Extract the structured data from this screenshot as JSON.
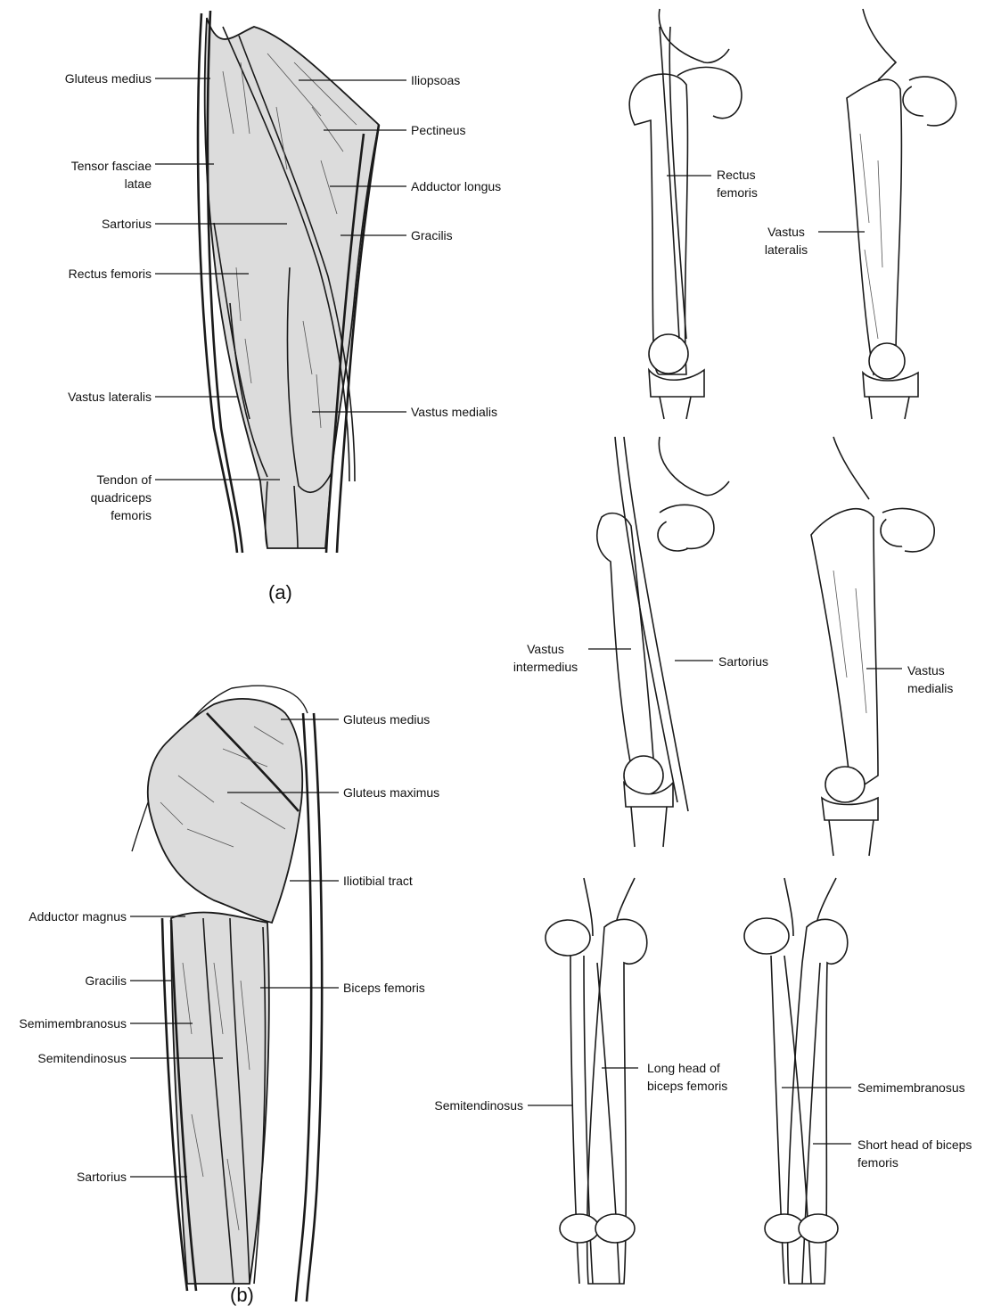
{
  "panel_a": {
    "caption": "(a)",
    "labels": {
      "gluteus_medius": "Gluteus medius",
      "tensor_fasciae_latae": "Tensor fasciae\nlatae",
      "sartorius": "Sartorius",
      "rectus_femoris": "Rectus femoris",
      "vastus_lateralis": "Vastus lateralis",
      "tendon_quadriceps": "Tendon of\nquadriceps\nfemoris",
      "iliopsoas": "Iliopsoas",
      "pectineus": "Pectineus",
      "adductor_longus": "Adductor longus",
      "gracilis": "Gracilis",
      "vastus_medialis": "Vastus medialis"
    }
  },
  "panel_b": {
    "caption": "(b)",
    "labels": {
      "gluteus_medius": "Gluteus medius",
      "gluteus_maximus": "Gluteus maximus",
      "iliotibial_tract": "Iliotibial tract",
      "adductor_magnus": "Adductor magnus",
      "gracilis": "Gracilis",
      "semimembranosus": "Semimembranosus",
      "semitendinosus": "Semitendinosus",
      "biceps_femoris": "Biceps femoris",
      "sartorius": "Sartorius"
    }
  },
  "small_figures": {
    "rectus_femoris": "Rectus\nfemoris",
    "vastus_lateralis": "Vastus\nlateralis",
    "vastus_intermedius": "Vastus\nintermedius",
    "sartorius": "Sartorius",
    "vastus_medialis": "Vastus\nmedialis",
    "semitendinosus": "Semitendinosus",
    "long_head_biceps": "Long head of\nbiceps femoris",
    "semimembranosus": "Semimembranosus",
    "short_head_biceps": "Short head of biceps\nfemoris"
  }
}
